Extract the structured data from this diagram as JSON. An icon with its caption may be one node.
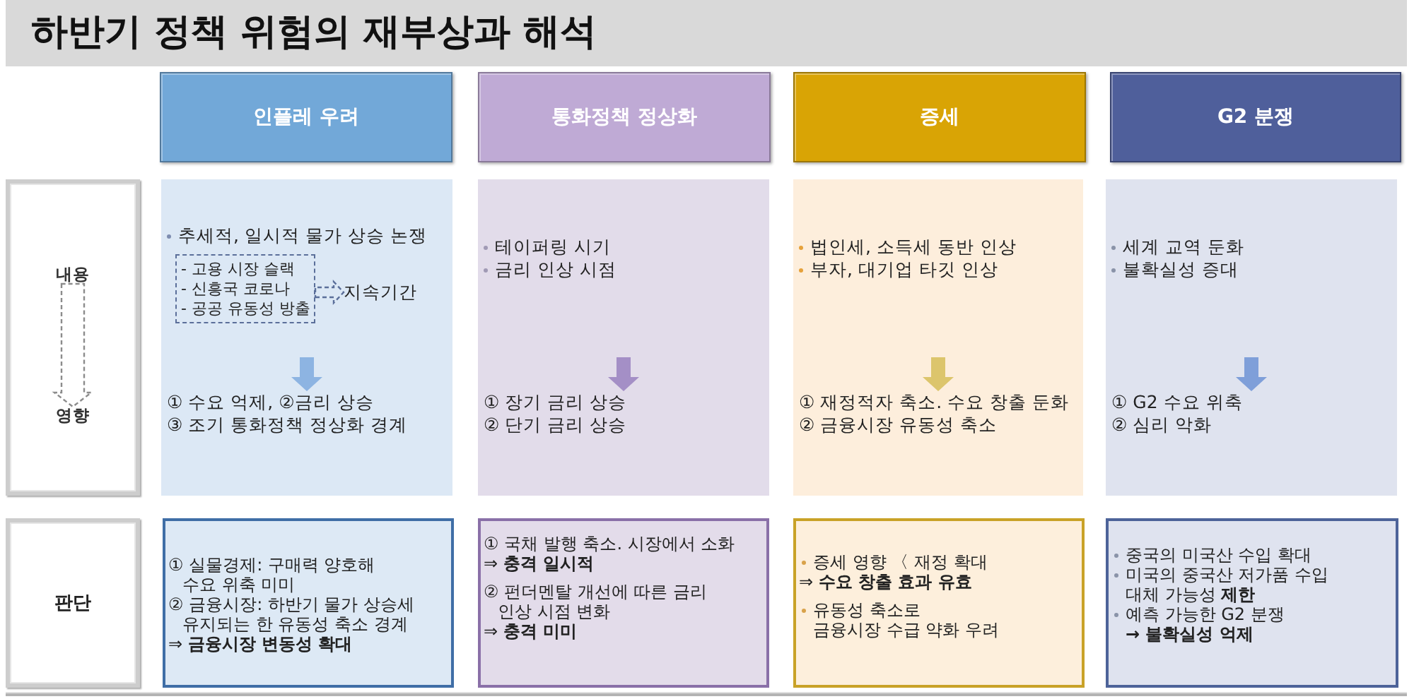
{
  "diagram": {
    "title": "하반기 정책 위험의 재부상과 해석",
    "nodes": [
      {
        "text": [
          "인플레 우려"
        ]
      },
      {
        "text": [
          "통화정책 정상화"
        ]
      },
      {
        "text": [
          "증세"
        ]
      },
      {
        "text": [
          "G2 분쟁"
        ]
      },
      {
        "text": [],
        "shape": "box"
      },
      {
        "text": [
          "내용"
        ],
        "in": 4
      },
      {
        "text": [
          "영향"
        ],
        "in": 4
      },
      {
        "text": [
          "추세적, 일시적 물가 상승 논쟁"
        ]
      },
      {
        "text": [
          "- 고용 시장 슬랙",
          "- 신흥국 코로나",
          "- 공공 유동성 방출"
        ],
        "in": 7
      },
      {
        "text": [
          "지속기간"
        ],
        "in": 7
      },
      {
        "text": [
          "① 수요 억제, ②금리 상승",
          "③ 조기 통화정책 정상화 경계"
        ],
        "in": 7
      },
      {
        "text": [
          "테이퍼링 시기",
          "금리 인상 시점"
        ]
      },
      {
        "text": [
          "① 장기 금리 상승",
          "② 단기 금리 상승"
        ],
        "in": 11
      },
      {
        "text": [
          "법인세, 소득세 동반 인상",
          "부자, 대기업 타깃 인상"
        ]
      },
      {
        "text": [
          "① 재정적자 축소. 수요 창출 둔화",
          "② 금융시장 유동성 축소"
        ],
        "in": 13
      },
      {
        "text": [
          "세계 교역 둔화",
          "불확실성 증대"
        ]
      },
      {
        "text": [
          "① G2 수요 위축",
          "② 심리 악화"
        ],
        "in": 15
      },
      {
        "text": [
          "판단"
        ]
      },
      {
        "text": [
          "① 실물경제: 구매력 양호해 수요 위축 미미",
          "② 금융시장: 하반기 물가 상승세 유지되는 한 유동성 축소 경계",
          "⇒ **금융시장 변동성 확대**"
        ]
      },
      {
        "text": [
          "① 국채 발행 축소. 시장에서 소화",
          "⇒ **충격 일시적**",
          "② 펀더멘탈 개선에 따른 금리 인상 시점 변화",
          "⇒ **충격 미미**"
        ]
      },
      {
        "text": [
          "증세 영향 〈 재정 확대",
          "⇒ **수요 창출 효과 유효**",
          "유동성 축소로 금융시장 수급 약화 우려"
        ]
      },
      {
        "text": [
          "중국의 미국산 수입 확대",
          "미국의 중국산 저가품 수입 대체 가능성 **제한**",
          "예측 가능한 G2 분쟁 **→ 불확실성 억제**"
        ]
      }
    ],
    "edges": [
      {
        "from": 5,
        "to": 6,
        "arrow": "to",
        "style": "dashed",
        "color": "#8c8c8c"
      },
      {
        "from": 8,
        "to": 9,
        "arrow": "to",
        "style": "dashed",
        "color": "#5b6f9a"
      },
      {
        "from": null,
        "to": 10,
        "arrow": "to",
        "style": "thick",
        "color": "#8db4e2"
      },
      {
        "from": null,
        "to": 12,
        "arrow": "to",
        "style": "thick",
        "color": "#a48fc6"
      },
      {
        "from": null,
        "to": 14,
        "arrow": "to",
        "style": "thick",
        "color": "#dcc56c"
      },
      {
        "from": null,
        "to": 16,
        "arrow": "to",
        "style": "thick",
        "color": "#7f9fd9"
      }
    ]
  }
}
